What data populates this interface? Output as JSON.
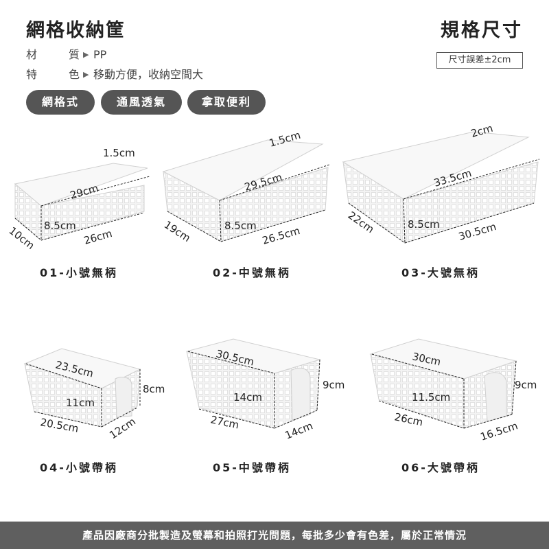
{
  "header": {
    "title": "網格收納筐",
    "spec_title": "規格尺寸",
    "tolerance": "尺寸誤差±2cm"
  },
  "attributes": [
    {
      "key_1": "材",
      "key_2": "質",
      "arrow": "▶",
      "value": "PP"
    },
    {
      "key_1": "特",
      "key_2": "色",
      "arrow": "▶",
      "value": "移動方便，收納空間大"
    }
  ],
  "tags": [
    "網格式",
    "通風透氣",
    "拿取便利"
  ],
  "products": [
    {
      "label": "01-小號無柄",
      "dims": [
        "1.5cm",
        "29cm",
        "8.5cm",
        "26cm",
        "10cm"
      ]
    },
    {
      "label": "02-中號無柄",
      "dims": [
        "1.5cm",
        "29.5cm",
        "8.5cm",
        "26.5cm",
        "19cm"
      ]
    },
    {
      "label": "03-大號無柄",
      "dims": [
        "2cm",
        "33.5cm",
        "8.5cm",
        "30.5cm",
        "22cm"
      ]
    },
    {
      "label": "04-小號帶柄",
      "dims": [
        "23.5cm",
        "8cm",
        "11cm",
        "20.5cm",
        "12cm"
      ]
    },
    {
      "label": "05-中號帶柄",
      "dims": [
        "30.5cm",
        "9cm",
        "14cm",
        "27cm",
        "14cm"
      ]
    },
    {
      "label": "06-大號帶柄",
      "dims": [
        "30cm",
        "9cm",
        "11.5cm",
        "26cm",
        "16.5cm"
      ]
    }
  ],
  "footer": "產品因廠商分批製造及螢幕和拍照打光問題，每批多少會有色差，屬於正常情況"
}
